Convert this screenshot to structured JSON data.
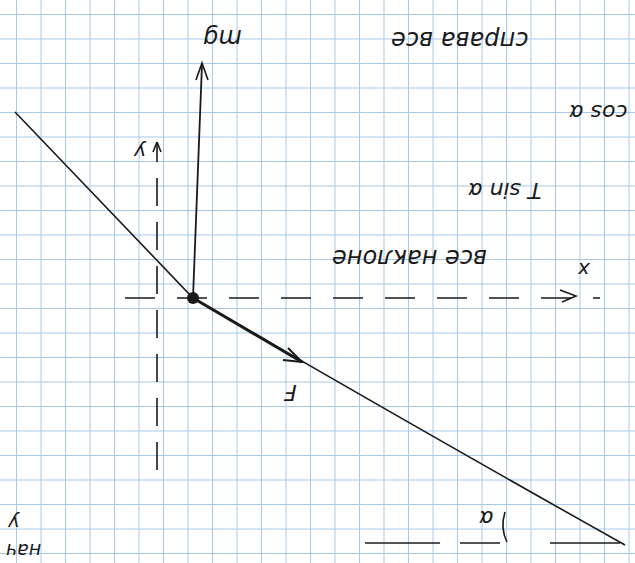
{
  "diagram": {
    "labels": [
      "mg",
      "y",
      "x",
      "F",
      "α",
      "T sin α",
      "cos α",
      "все наклоне",
      "справа все",
      "нач",
      "y"
    ]
  }
}
